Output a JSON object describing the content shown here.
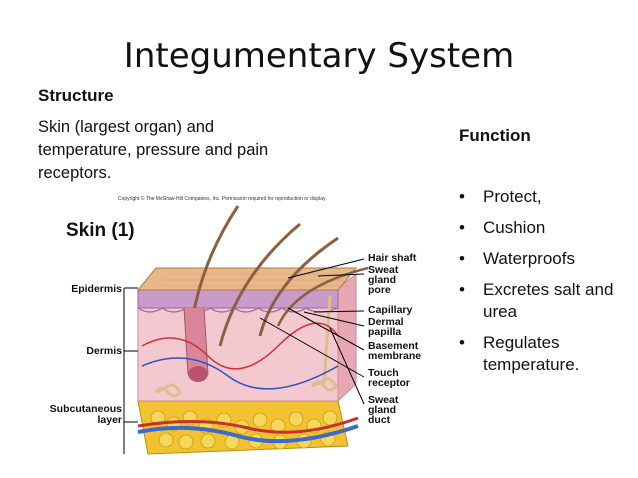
{
  "slide": {
    "title": "Integumentary System",
    "structure_heading": "Structure",
    "structure_text": "Skin (largest organ) and temperature, pressure and pain receptors.",
    "function_heading": "Function",
    "functions": [
      "Protect,",
      "Cushion",
      "Waterproofs",
      "Excretes salt and urea",
      "Regulates temperature."
    ],
    "bullet": "•"
  },
  "figure": {
    "copyright": "Copyright © The McGraw-Hill Companies, Inc. Permission required for reproduction or display.",
    "title": "Skin (1)",
    "left_labels": {
      "epidermis": "Epidermis",
      "dermis": "Dermis",
      "subcutaneous_1": "Subcutaneous",
      "subcutaneous_2": "layer"
    },
    "right_labels": {
      "hair_shaft": "Hair shaft",
      "sweat_pore_1": "Sweat",
      "sweat_pore_2": "gland",
      "sweat_pore_3": "pore",
      "capillary": "Capillary",
      "dermal_papilla_1": "Dermal",
      "dermal_papilla_2": "papilla",
      "basement_1": "Basement",
      "basement_2": "membrane",
      "touch_1": "Touch",
      "touch_2": "receptor",
      "duct_1": "Sweat",
      "duct_2": "gland",
      "duct_3": "duct"
    }
  }
}
